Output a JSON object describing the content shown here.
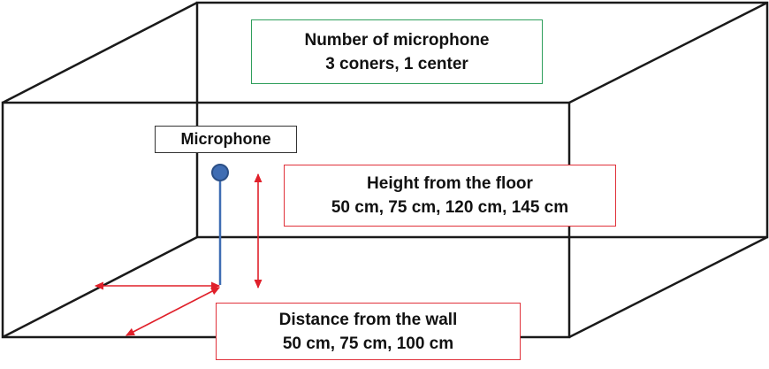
{
  "labels": {
    "mic_count": {
      "title": "Number of microphone",
      "value": "3 coners, 1 center"
    },
    "microphone": "Microphone",
    "height": {
      "title": "Height from the floor",
      "value": "50 cm, 75 cm, 120 cm, 145 cm"
    },
    "distance": {
      "title": "Distance from the wall",
      "value": "50 cm, 75 cm, 100 cm"
    }
  },
  "colors": {
    "room_lines": "#1a1a1a",
    "arrows": "#e0202a",
    "mic_count_border": "#2e9e5b",
    "measure_border": "#e0313a",
    "mic_head": "#3f6db3",
    "mic_stand": "#3f6db3"
  }
}
